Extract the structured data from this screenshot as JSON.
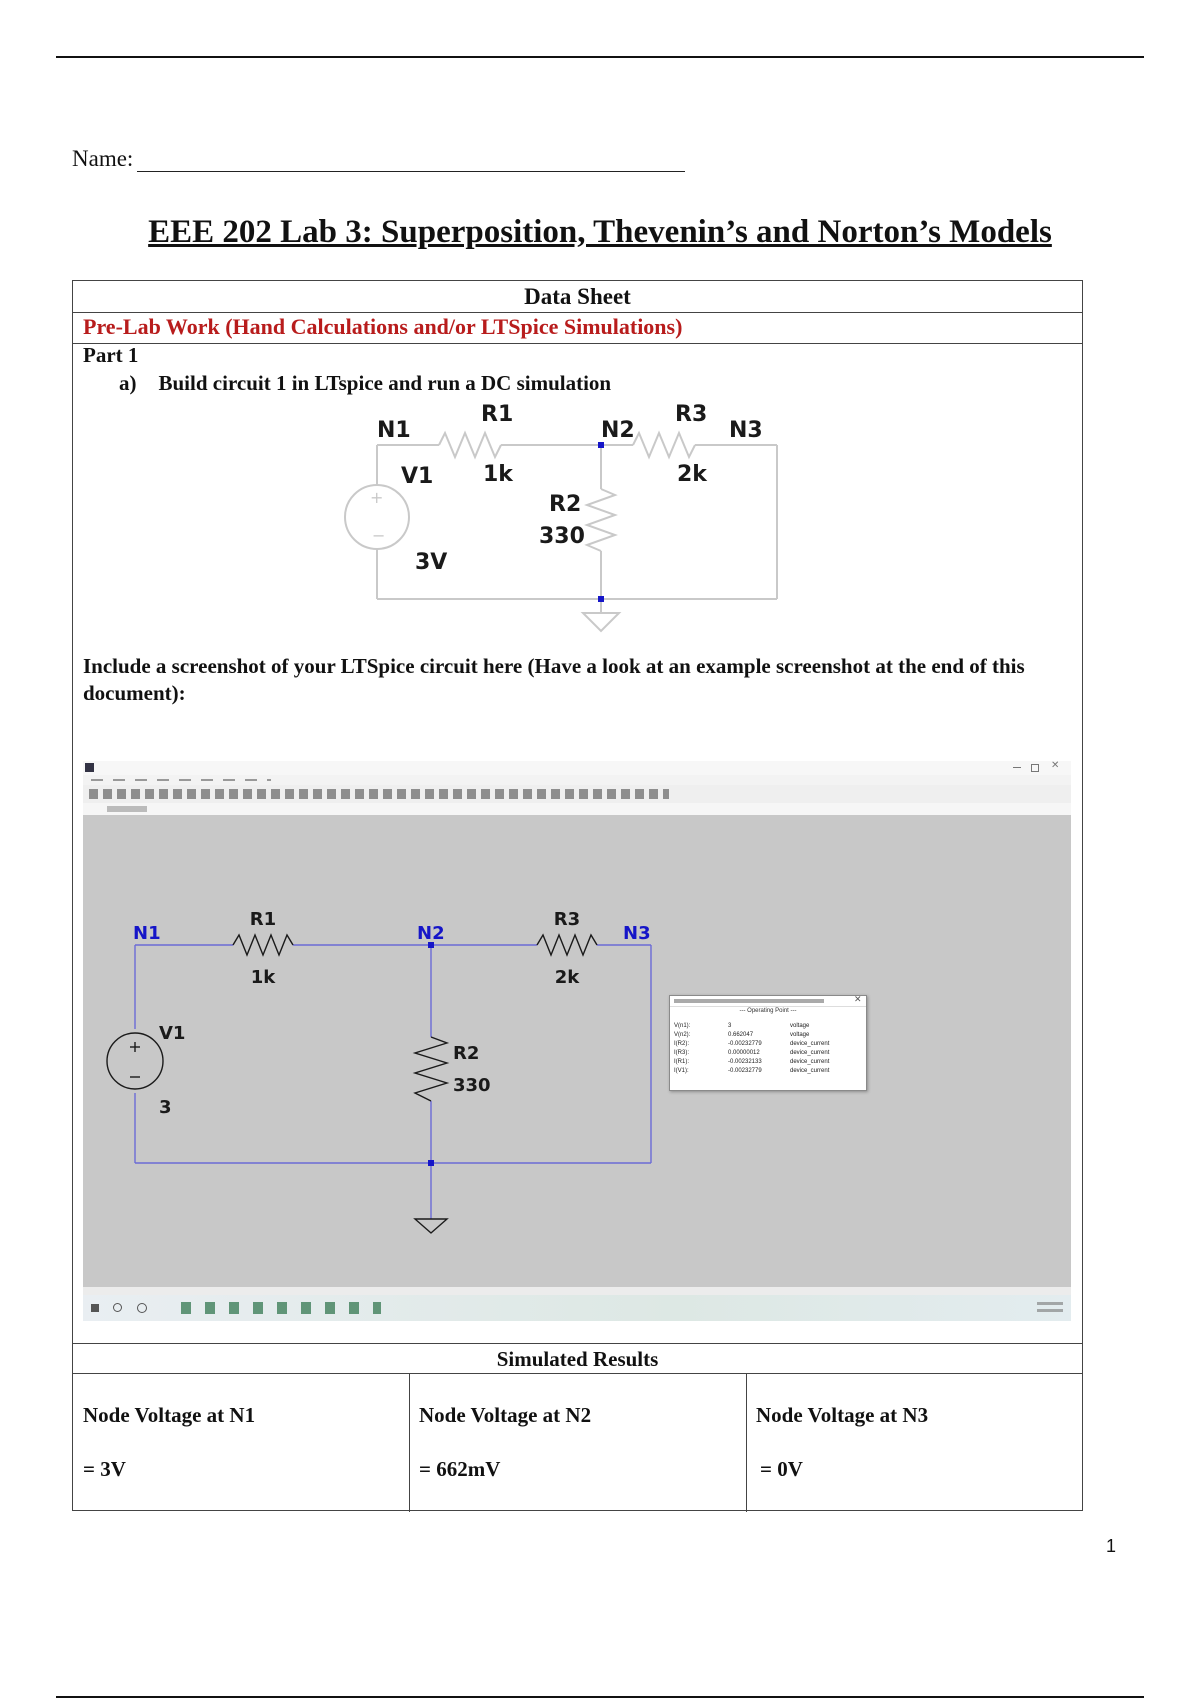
{
  "header": {
    "name_label": "Name:"
  },
  "title": "EEE 202 Lab 3: Superposition, Thevenin’s and Norton’s Models",
  "data_sheet": {
    "heading": "Data Sheet",
    "prelab_heading": "Pre-Lab Work (Hand Calculations and/or LTSpice Simulations)",
    "part_label": "Part 1",
    "step_letter": "a)",
    "step_text": "Build circuit 1 in LTspice and run a DC simulation",
    "include_text": "Include a screenshot of your LTSpice circuit here (Have a look at an example screenshot at the end of this document):"
  },
  "circuit1": {
    "nodes": [
      "N1",
      "N2",
      "N3"
    ],
    "source": {
      "name": "V1",
      "value": "3V"
    },
    "r1": {
      "name": "R1",
      "value": "1k"
    },
    "r2": {
      "name": "R2",
      "value": "330"
    },
    "r3": {
      "name": "R3",
      "value": "2k"
    }
  },
  "ltspice": {
    "nodes": [
      "N1",
      "N2",
      "N3"
    ],
    "source": {
      "name": "V1",
      "value": "3"
    },
    "r1": {
      "name": "R1",
      "value": "1k"
    },
    "r2": {
      "name": "R2",
      "value": "330"
    },
    "r3": {
      "name": "R3",
      "value": "2k"
    },
    "op_window": {
      "heading": "--- Operating Point ---",
      "rows": [
        [
          "V(n1):",
          "3",
          "voltage"
        ],
        [
          "V(n2):",
          "0.662047",
          "voltage"
        ],
        [
          "I(R2):",
          "-0.00232779",
          "device_current"
        ],
        [
          "I(R3):",
          "0.00000012",
          "device_current"
        ],
        [
          "I(R1):",
          "-0.00232133",
          "device_current"
        ],
        [
          "I(V1):",
          "-0.00232779",
          "device_current"
        ]
      ]
    },
    "colors": {
      "wire": "#6b6bd6",
      "label": "#1515c8",
      "canvas": "#c8c8c8",
      "text": "#1a1a1a"
    }
  },
  "results": {
    "heading": "Simulated Results",
    "cells": [
      {
        "label": "Node Voltage at N1",
        "value": "= 3V"
      },
      {
        "label": "Node Voltage at N2",
        "value": "= 662mV"
      },
      {
        "label": "Node Voltage at N3",
        "value": "= 0V"
      }
    ]
  },
  "page_number": "1",
  "colors": {
    "prelab_red": "#b81c1c"
  }
}
